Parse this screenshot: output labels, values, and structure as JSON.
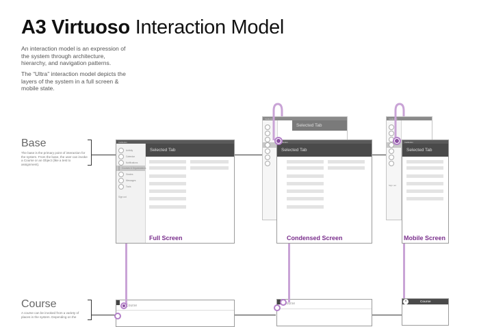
{
  "title": {
    "bold": "A3 Virtuoso",
    "rest": "Interaction Model"
  },
  "intro": [
    "An interaction model is an expression of the system through architecture, hierarchy, and navigation patterns.",
    "The “Ultra” interaction model depicts the layers of the system in a full screen & mobile state."
  ],
  "base": {
    "title": "Base",
    "desc": "The base is the primary point of interaction for the system. From the base, the user can invoke a Course or an Object (like a test to assignment)."
  },
  "course": {
    "title": "Course",
    "desc": "A course can be invoked from a variety of places in the system. Depending on the"
  },
  "screens": {
    "full": "Full Screen",
    "condensed": "Condensed Screen",
    "mobile": "Mobile Screen"
  },
  "mock": {
    "app_name": "Institution",
    "selected_tab": "Selected Tab",
    "nav_items": [
      "Activity",
      "Calendar",
      "Notifications",
      "Courses & Organizations",
      "Grades",
      "Messages",
      "Tools"
    ],
    "signout": "Sign out",
    "course_label": "Course",
    "close_glyph": "×"
  },
  "colors": {
    "accent": "#7a2f8c",
    "connector": "#c9a3d6",
    "header": "#4a4a4a"
  }
}
